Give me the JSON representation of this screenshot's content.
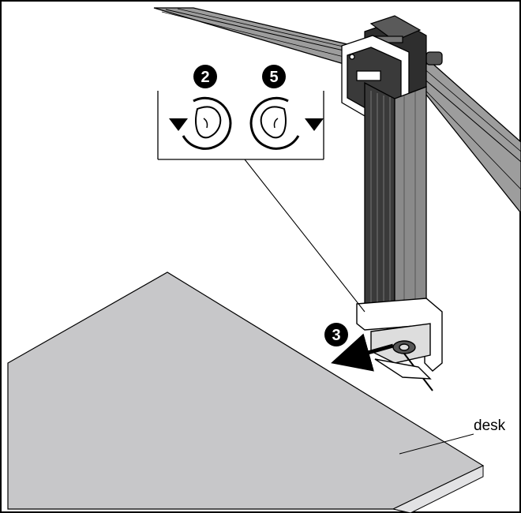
{
  "steps": {
    "loosen": "2",
    "tighten": "5",
    "slide": "3"
  },
  "labels": {
    "desk": "desk"
  },
  "icons": {
    "loosen": "counterclockwise-turn-hand-icon",
    "tighten": "clockwise-turn-hand-icon",
    "direction": "pull-arrow-icon"
  },
  "colors": {
    "line": "#000000",
    "desk_fill": "#c7c7c9",
    "desk_edge": "#e2e2e4",
    "metal": "#9a9a9a",
    "metal_dark": "#3a3a3a",
    "badge": "#000000"
  }
}
